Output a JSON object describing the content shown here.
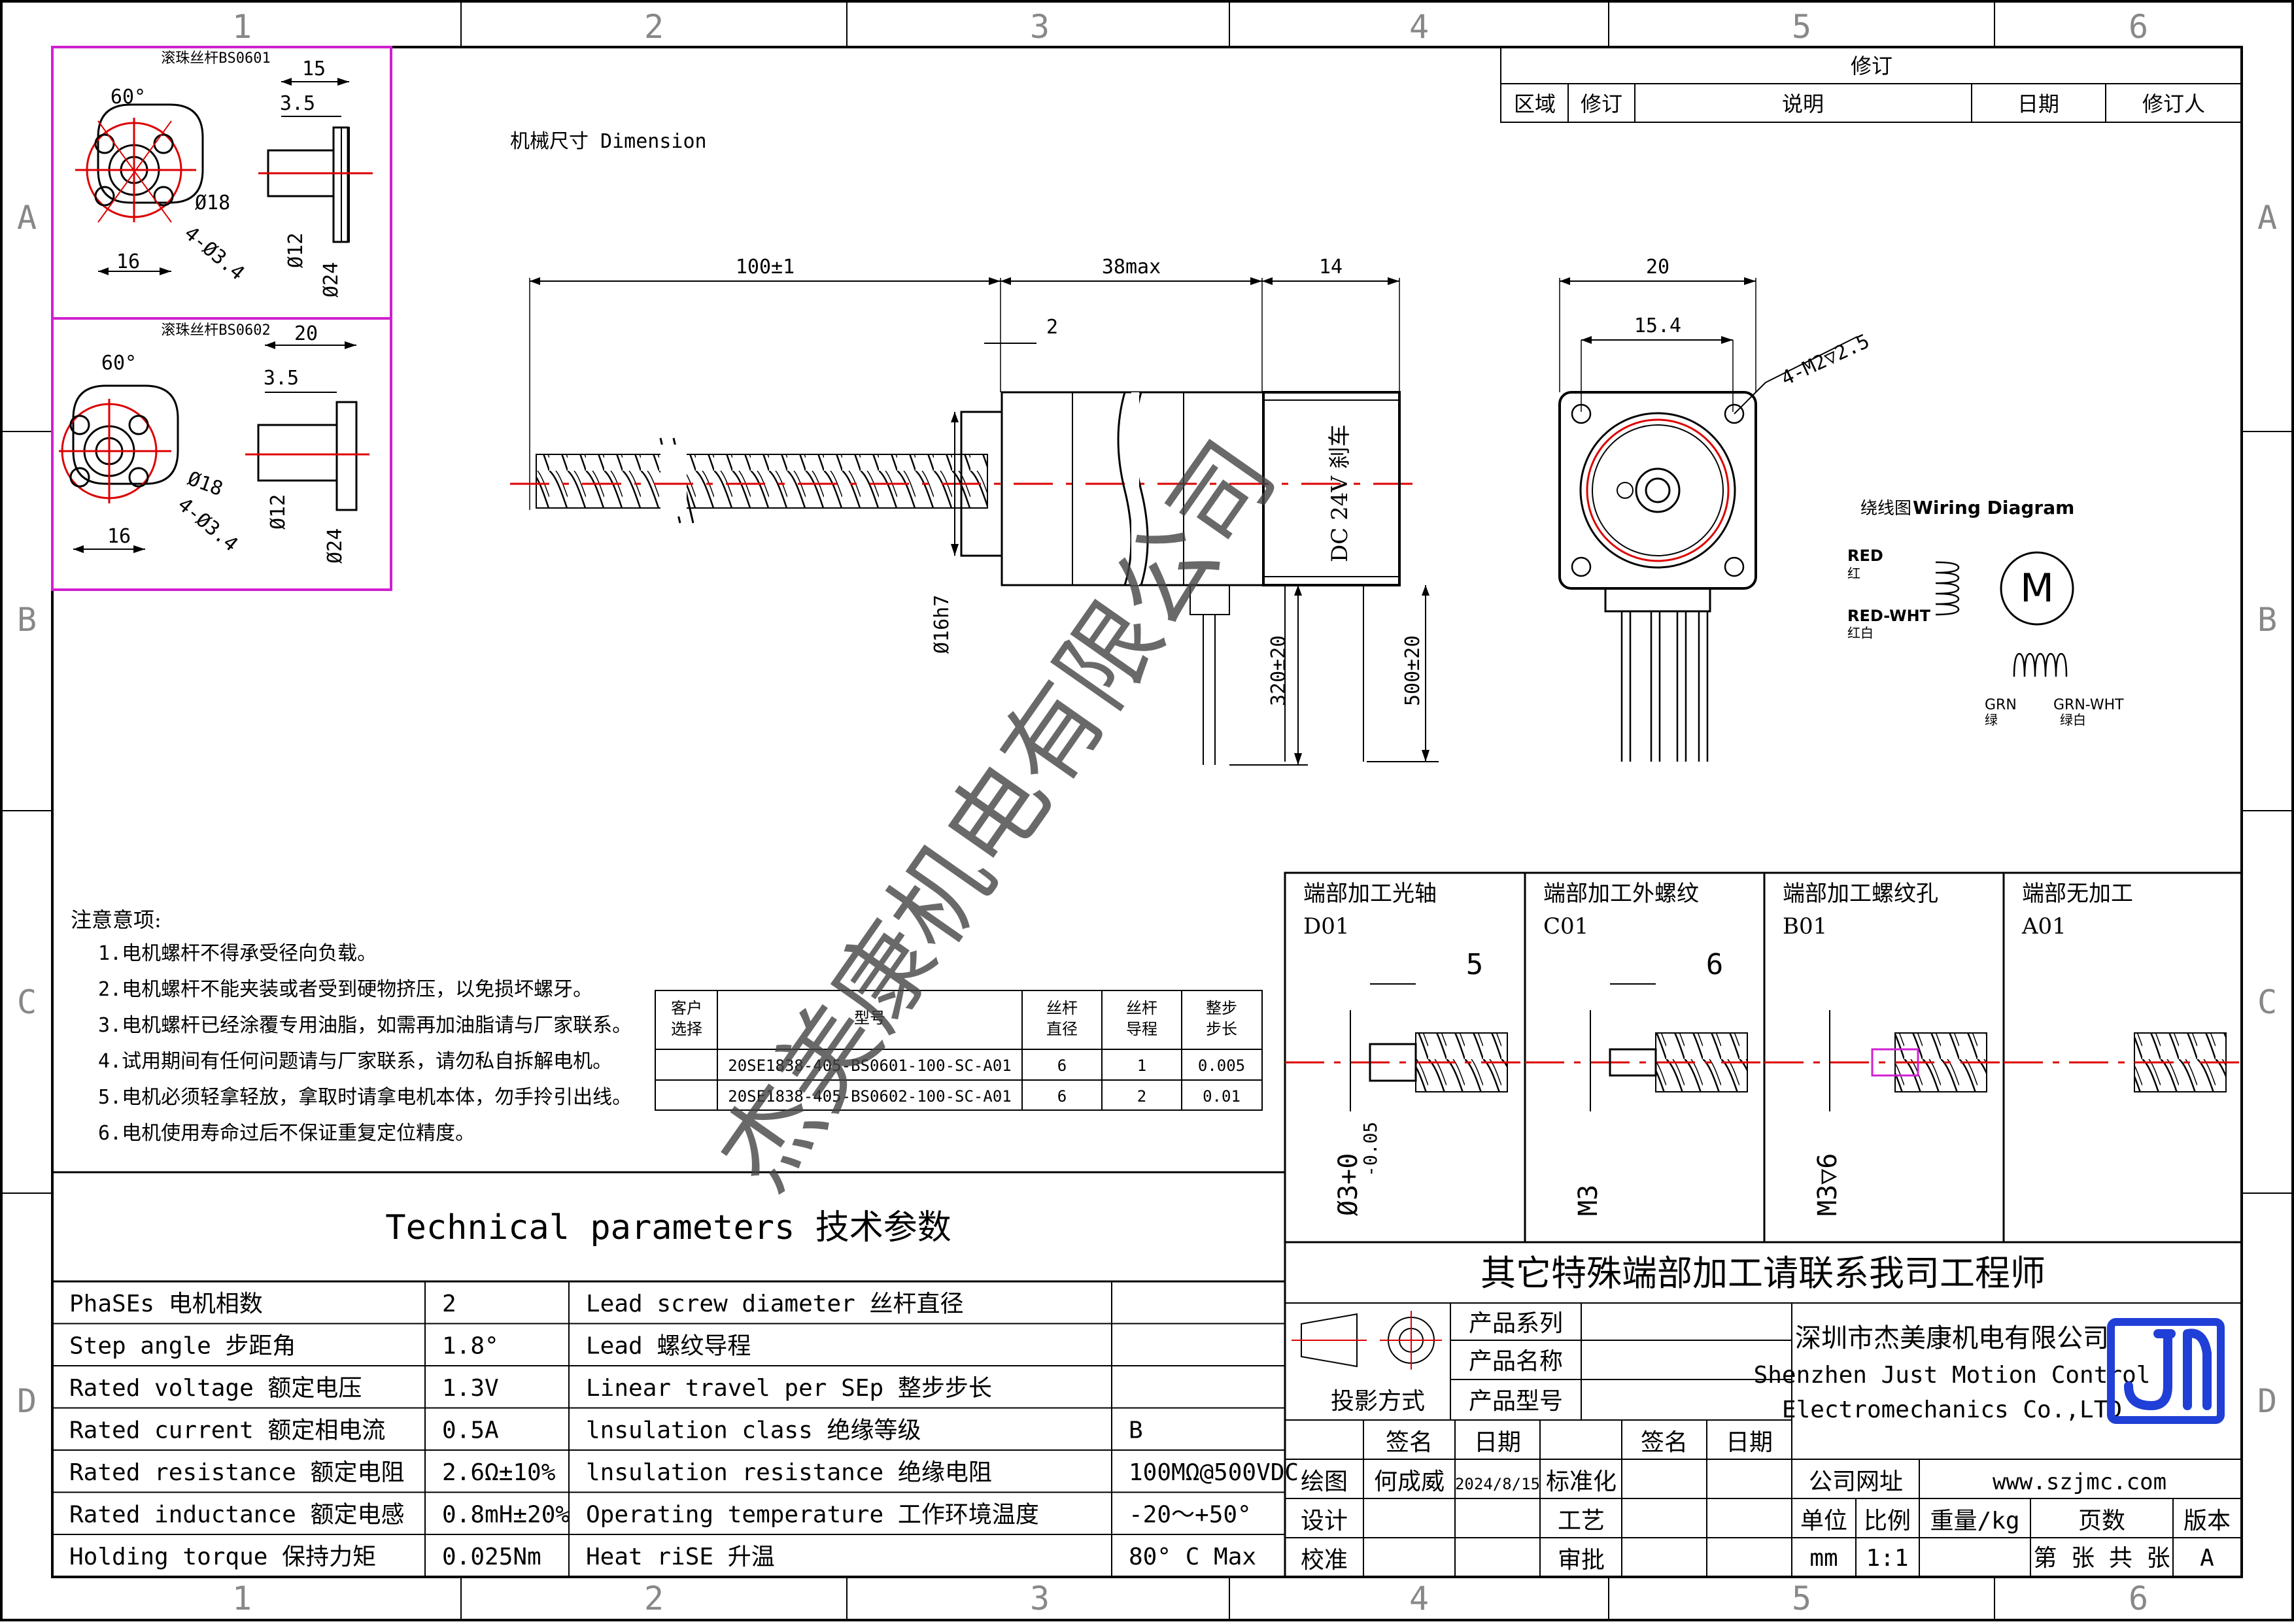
{
  "grid": {
    "cols": [
      "1",
      "2",
      "3",
      "4",
      "5",
      "6"
    ],
    "rows": [
      "A",
      "B",
      "C",
      "D"
    ]
  },
  "revision": {
    "title": "修订",
    "headers": [
      "区域",
      "修订",
      "说明",
      "日期",
      "修订人"
    ]
  },
  "dimension_title": "机械尺寸 Dimension",
  "ballscrew": {
    "bs0601": {
      "title": "滚珠丝杆BS0601",
      "angle": "60°",
      "len": "15",
      "step": "3.5",
      "d18": "Ø18",
      "holes": "4-Ø3.4",
      "w16": "16",
      "d12": "Ø12",
      "d24": "Ø24"
    },
    "bs0602": {
      "title": "滚珠丝杆BS0602",
      "angle": "60°",
      "len": "20",
      "step": "3.5",
      "d18": "Ø18",
      "holes": "4-Ø3.4",
      "w16": "16",
      "d12": "Ø12",
      "d24": "Ø24"
    }
  },
  "motor": {
    "dim_screw": "100±1",
    "dim_body": "38max",
    "dim_brake": "14",
    "dim_flange": "2",
    "brake_label": "DC 24V 刹车",
    "shaft_dia": "Ø16h7",
    "lead1": "320±20",
    "lead2": "500±20",
    "end_w": "20",
    "end_hole_pitch": "15.4",
    "end_holes": "4-M2▽2.5"
  },
  "wiring": {
    "title_cn": "绕线图",
    "title_en": "Wiring Diagram",
    "motor": "M",
    "red": "RED",
    "red_cn": "红",
    "redwht": "RED-WHT",
    "redwht_cn": "红白",
    "grn": "GRN",
    "grn_cn": "绿",
    "grnwht": "GRN-WHT",
    "grnwht_cn": "绿白"
  },
  "watermark": "杰美康机电有限公司",
  "notes": {
    "title": "注意意项:",
    "items": [
      "1.电机螺杆不得承受径向负载。",
      "2.电机螺杆不能夹装或者受到硬物挤压，以免损坏螺牙。",
      "3.电机螺杆已经涂覆专用油脂，如需再加油脂请与厂家联系。",
      "4.试用期间有任何问题请与厂家联系，请勿私自拆解电机。",
      "5.电机必须轻拿轻放，拿取时请拿电机本体，勿手拎引出线。",
      "6.电机使用寿命过后不保证重复定位精度。"
    ]
  },
  "model_table": {
    "headers": [
      "客户\n选择",
      "型号",
      "丝杆\n直径",
      "丝杆\n导程",
      "整步\n步长"
    ],
    "rows": [
      [
        "",
        "20SE1838-405-BS0601-100-SC-A01",
        "6",
        "1",
        "0.005"
      ],
      [
        "",
        "20SE1838-405-BS0602-100-SC-A01",
        "6",
        "2",
        "0.01"
      ]
    ]
  },
  "end_machining": {
    "panels": [
      {
        "title": "端部加工光轴",
        "code": "D01",
        "dim": "5",
        "dia": "Ø3+0 -0.05"
      },
      {
        "title": "端部加工外螺纹",
        "code": "C01",
        "dim": "6",
        "dia": "M3"
      },
      {
        "title": "端部加工螺纹孔",
        "code": "B01",
        "dim": "",
        "dia": "M3▽6"
      },
      {
        "title": "端部无加工",
        "code": "A01",
        "dim": "",
        "dia": ""
      }
    ],
    "footer": "其它特殊端部加工请联系我司工程师"
  },
  "tech": {
    "title": "Technical parameters 技术参数",
    "rows": [
      [
        "PhaSEs  电机相数",
        "2",
        "Lead screw diameter 丝杆直径",
        ""
      ],
      [
        "Step angle 步距角",
        "1.8°",
        "Lead 螺纹导程",
        ""
      ],
      [
        "Rated voltage 额定电压",
        "1.3V",
        "Linear travel per SEp 整步步长",
        ""
      ],
      [
        "Rated current 额定相电流",
        "0.5A",
        "lnsulation class 绝缘等级",
        "B"
      ],
      [
        "Rated resistance 额定电阻",
        "2.6Ω±10%",
        "lnsulation resistance 绝缘电阻",
        "100MΩ@500VDC"
      ],
      [
        "Rated inductance 额定电感",
        "0.8mH±20%",
        "Operating temperature 工作环境温度",
        "-20～+50°"
      ],
      [
        "Holding torque 保持力矩",
        "0.025Nm",
        "Heat riSE 升温",
        "80° C Max"
      ]
    ]
  },
  "titleblock": {
    "product_series": "产品系列",
    "product_name": "产品名称",
    "product_model": "产品型号",
    "projection": "投影方式",
    "sign": "签名",
    "date": "日期",
    "draw": "绘图",
    "drawer": "何成威",
    "draw_date": "2024/8/15",
    "std": "标准化",
    "design": "设计",
    "process": "工艺",
    "check": "校准",
    "approve": "审批",
    "company_cn": "深圳市杰美康机电有限公司",
    "company_en1": "Shenzhen Just Motion Control",
    "company_en2": "Electromechanics Co.,LTD",
    "website_label": "公司网址",
    "website": "www.szjmc.com",
    "unit": "单位",
    "scale": "比例",
    "weight": "重量/kg",
    "pages": "页数",
    "version": "版本",
    "unit_val": "mm",
    "scale_val": "1:1",
    "pages_val": "第 张 共 张",
    "version_val": "A",
    "brand_color": "#1f3fd6"
  }
}
